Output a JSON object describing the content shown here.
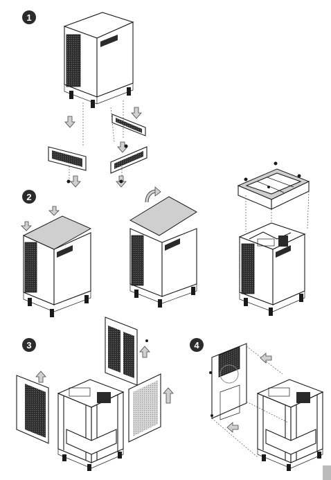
{
  "steps": [
    {
      "number": "1"
    },
    {
      "number": "2"
    },
    {
      "number": "3"
    },
    {
      "number": "4"
    }
  ],
  "colors": {
    "badge": "#2b2b2b",
    "panel": "#cfcfcf",
    "mesh": "#3a3a3a",
    "arrow": "#d0d0d0",
    "page_tab": "#bbbbbb"
  }
}
